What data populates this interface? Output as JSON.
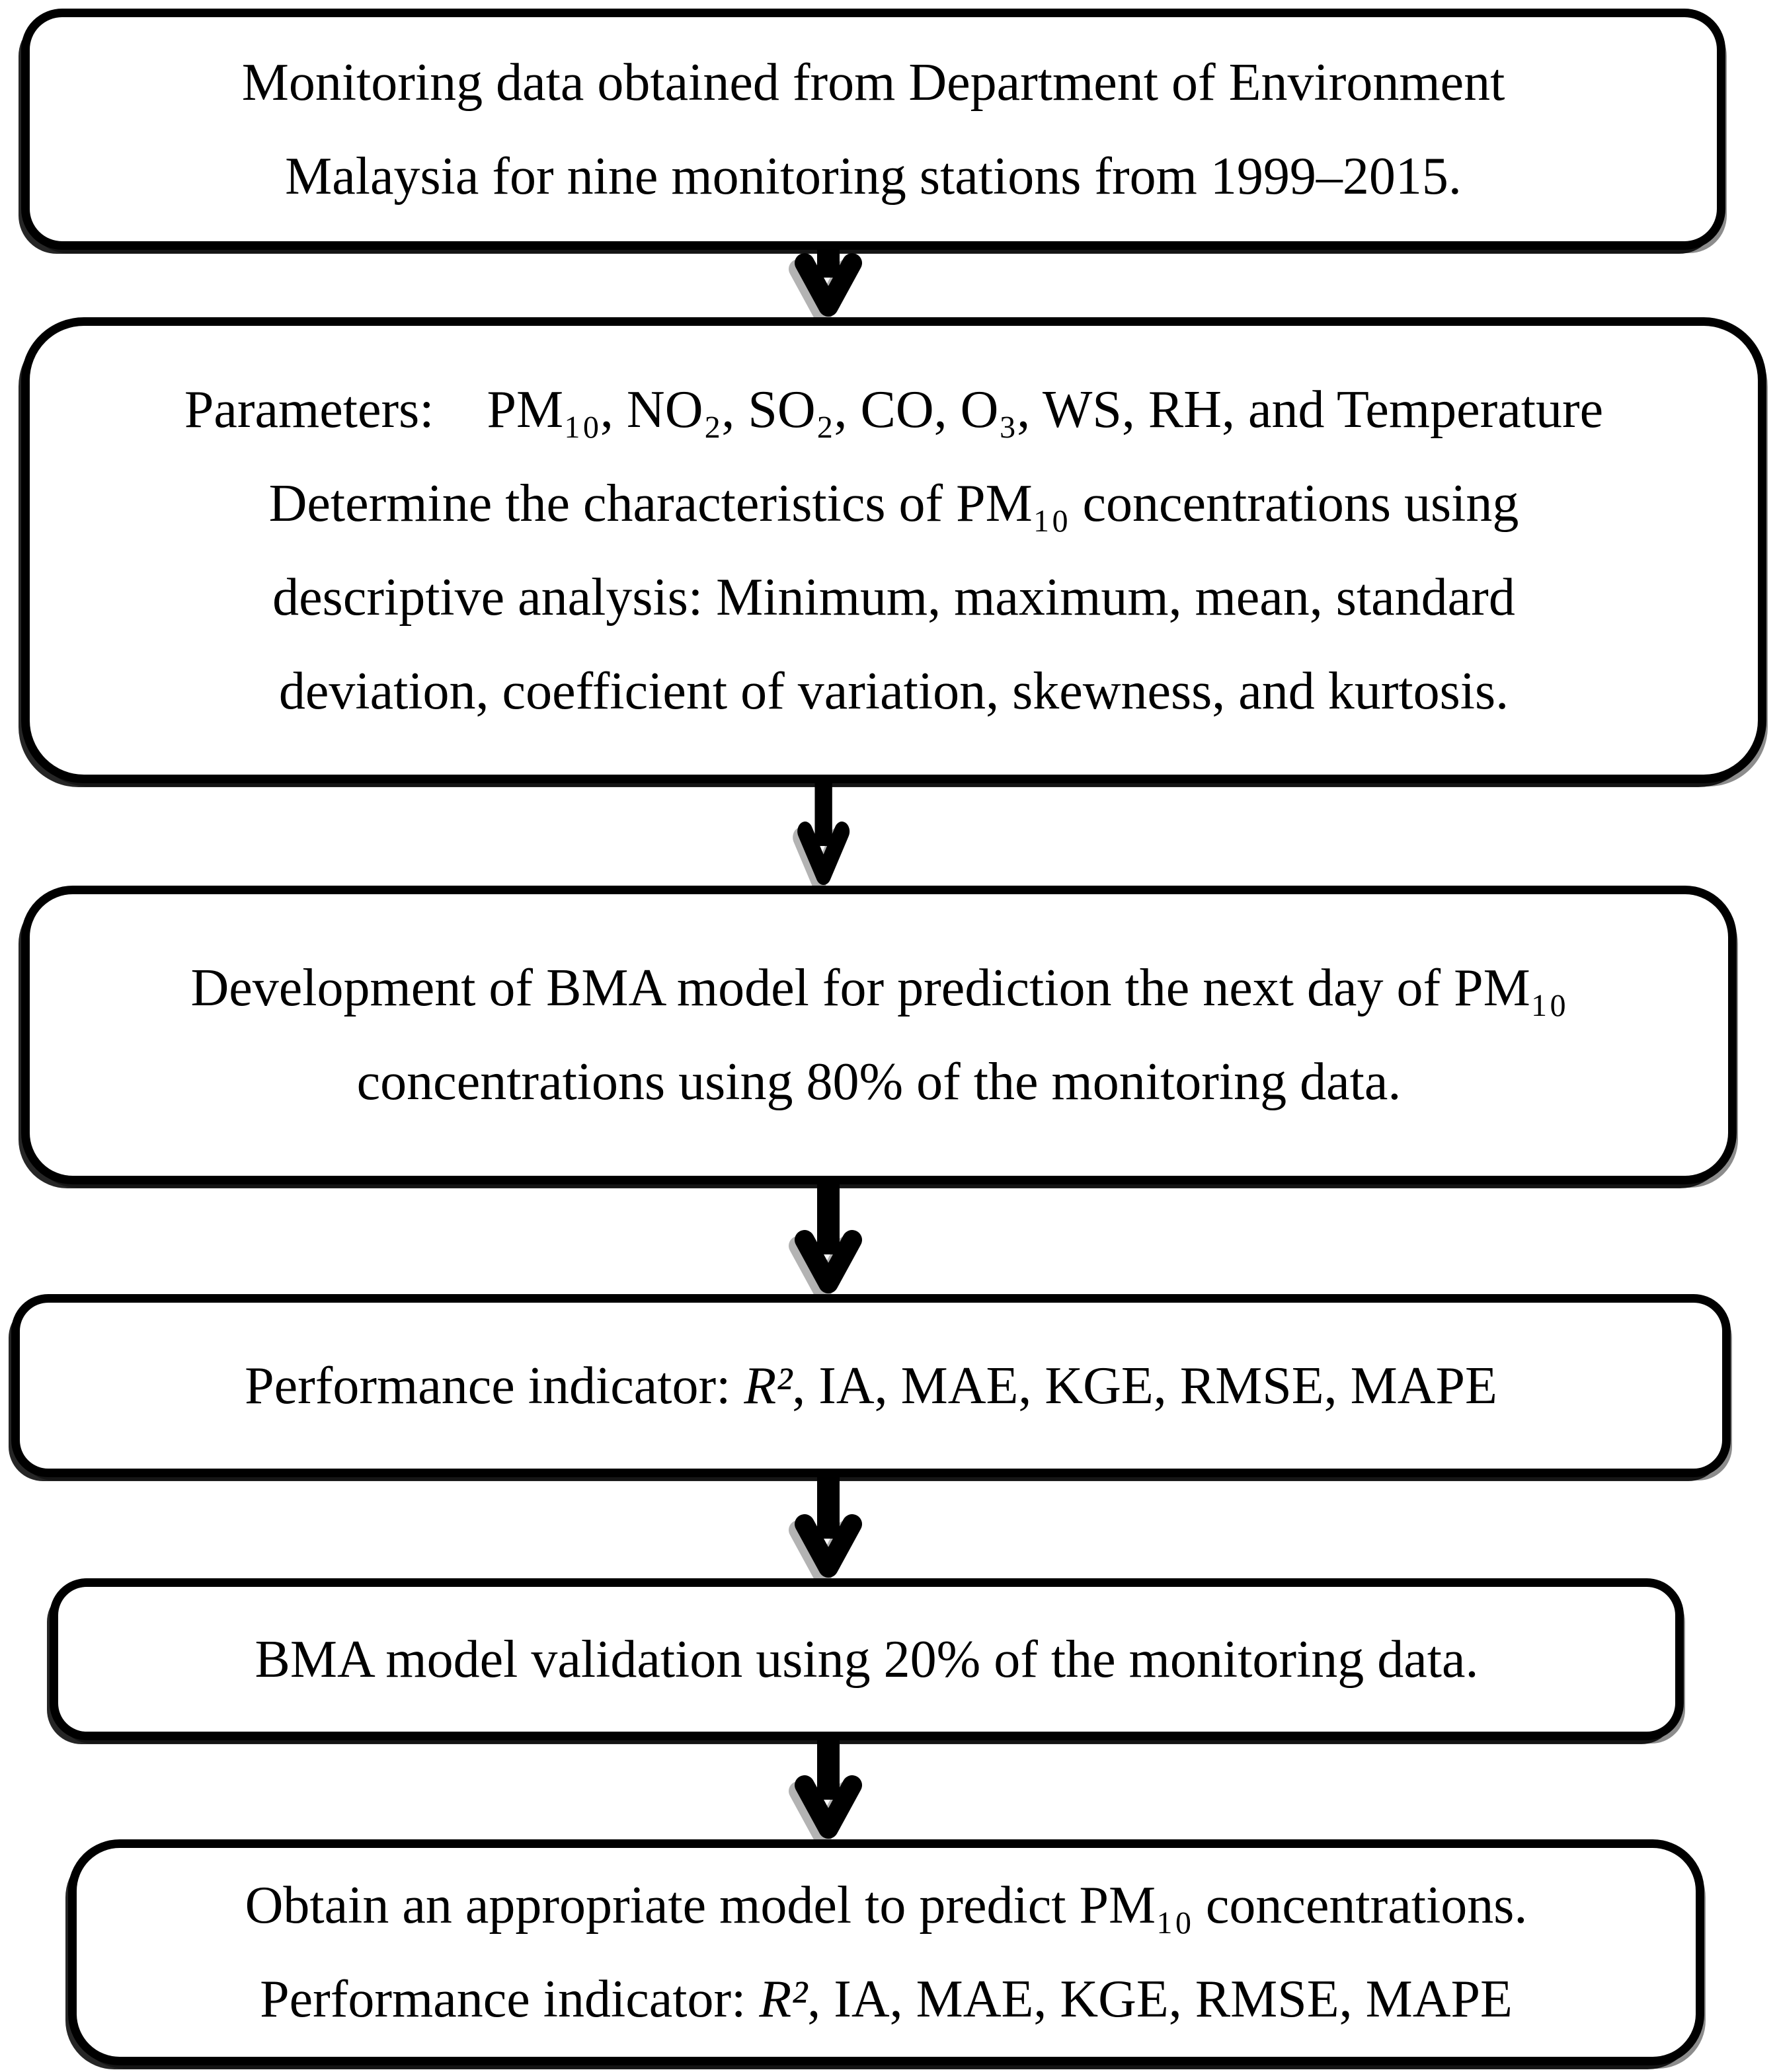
{
  "flowchart": {
    "boxes": [
      {
        "id": "data-collection",
        "lines": [
          "Monitoring data obtained from Department of Environment",
          "Malaysia for nine monitoring stations from 1999–2015."
        ]
      },
      {
        "id": "parameters-descriptive-analysis",
        "lines": [
          "Parameters:    PM₁₀, NO₂, SO₂, CO, O₃, WS, RH, and Temperature",
          "Determine the characteristics of PM₁₀ concentrations using",
          "descriptive analysis: Minimum, maximum, mean, standard",
          "deviation, coefficient of variation, skewness, and kurtosis."
        ]
      },
      {
        "id": "bma-model-development",
        "lines": [
          "Development of BMA model for prediction the next day of PM₁₀",
          "concentrations using 80% of the monitoring data."
        ]
      },
      {
        "id": "performance-indicator",
        "segments": {
          "prefix": "Performance indicator: ",
          "r2": "R²",
          "suffix": ", IA, MAE, KGE, RMSE, MAPE"
        }
      },
      {
        "id": "bma-model-validation",
        "lines": [
          "BMA model validation using 20% of the monitoring data."
        ]
      },
      {
        "id": "final-model",
        "line1": "Obtain an appropriate model to predict PM₁₀ concentrations.",
        "segments": {
          "prefix": "Performance indicator: ",
          "r2": "R²",
          "suffix": ", IA, MAE, KGE, RMSE, MAPE"
        }
      }
    ],
    "colors": {
      "border": "#000000",
      "background": "#ffffff",
      "arrow": "#000000",
      "arrow_shadow": "#b3b3b3"
    }
  }
}
